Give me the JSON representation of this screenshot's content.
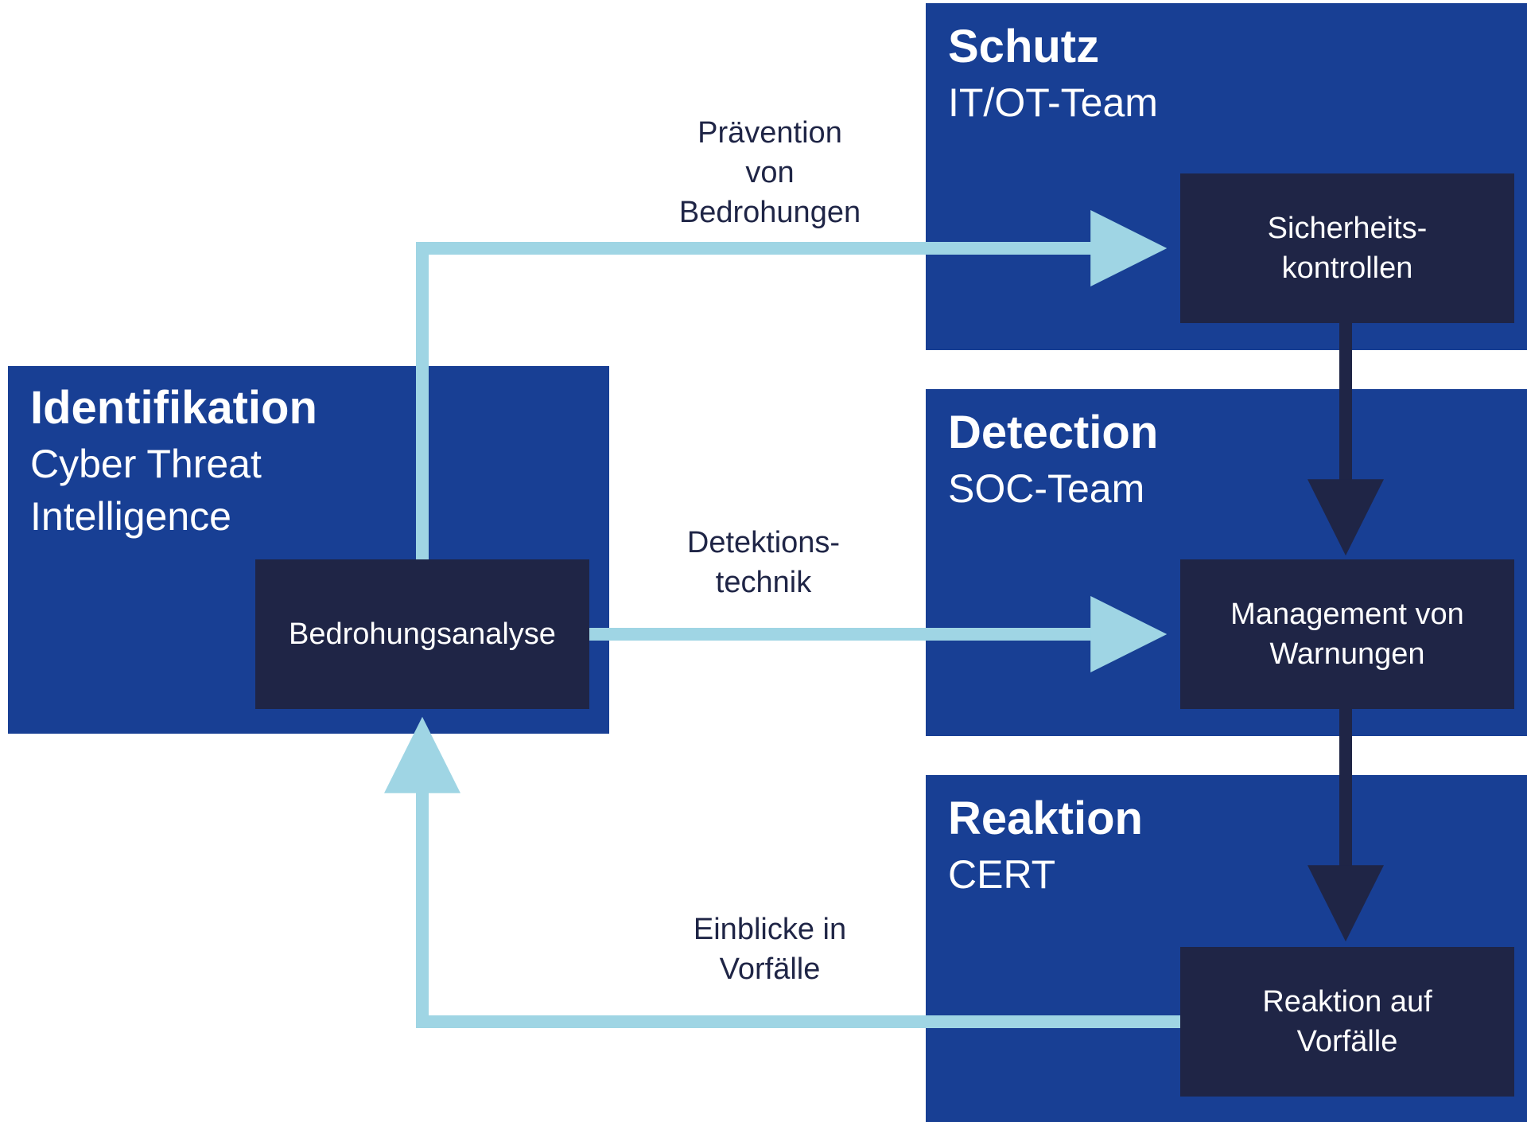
{
  "colors": {
    "panel_blue": "#183f94",
    "node_navy": "#1f2546",
    "arrow_light_blue": "#9fd5e4",
    "arrow_dark": "#1f2546",
    "label_text": "#1f2546"
  },
  "panels": {
    "identifikation": {
      "title": "Identifikation",
      "subtitle": "Cyber Threat\nIntelligence"
    },
    "schutz": {
      "title": "Schutz",
      "subtitle": "IT/OT-Team"
    },
    "detection": {
      "title": "Detection",
      "subtitle": "SOC-Team"
    },
    "reaktion": {
      "title": "Reaktion",
      "subtitle": "CERT"
    }
  },
  "nodes": {
    "bedrohungsanalyse": "Bedrohungsanalyse",
    "sicherheitskontrollen": "Sicherheits-\nkontrollen",
    "management_warnungen": "Management von\nWarnungen",
    "reaktion_vorfaelle": "Reaktion auf\nVorfälle"
  },
  "edge_labels": {
    "praevention": "Prävention\nvon\nBedrohungen",
    "detektionstechnik": "Detektions-\ntechnik",
    "einblicke": "Einblicke in\nVorfälle"
  }
}
